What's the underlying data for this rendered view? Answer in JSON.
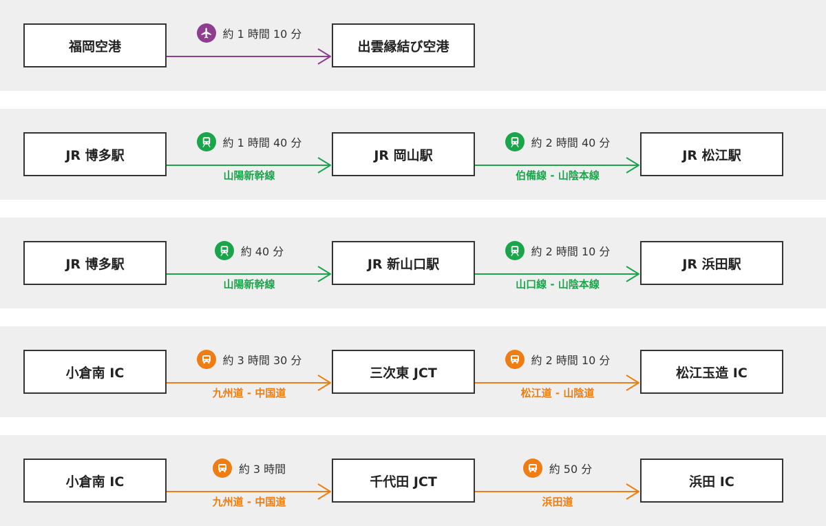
{
  "colors": {
    "plane": "#8e3e8f",
    "train": "#1aa54b",
    "car": "#ee7d13",
    "band": "#efefef",
    "border": "#333333"
  },
  "rows": [
    {
      "nodes": [
        "福岡空港",
        "出雲縁結び空港"
      ],
      "segments": [
        {
          "mode": "plane",
          "icon": "airplane-icon",
          "time": "約 1 時間 10 分",
          "line": ""
        }
      ]
    },
    {
      "nodes": [
        "JR 博多駅",
        "JR 岡山駅",
        "JR 松江駅"
      ],
      "segments": [
        {
          "mode": "train",
          "icon": "train-icon",
          "time": "約 1 時間 40 分",
          "line": "山陽新幹線"
        },
        {
          "mode": "train",
          "icon": "train-icon",
          "time": "約 2 時間 40 分",
          "line": "伯備線 - 山陰本線"
        }
      ]
    },
    {
      "nodes": [
        "JR 博多駅",
        "JR 新山口駅",
        "JR 浜田駅"
      ],
      "segments": [
        {
          "mode": "train",
          "icon": "train-icon",
          "time": "約 40 分",
          "line": "山陽新幹線"
        },
        {
          "mode": "train",
          "icon": "train-icon",
          "time": "約 2 時間 10 分",
          "line": "山口線 - 山陰本線"
        }
      ]
    },
    {
      "nodes": [
        "小倉南 IC",
        "三次東 JCT",
        "松江玉造 IC"
      ],
      "segments": [
        {
          "mode": "car",
          "icon": "bus-icon",
          "time": "約 3 時間 30 分",
          "line": "九州道 - 中国道"
        },
        {
          "mode": "car",
          "icon": "bus-icon",
          "time": "約 2 時間 10 分",
          "line": "松江道 - 山陰道"
        }
      ]
    },
    {
      "nodes": [
        "小倉南 IC",
        "千代田 JCT",
        "浜田 IC"
      ],
      "segments": [
        {
          "mode": "car",
          "icon": "bus-icon",
          "time": "約 3 時間",
          "line": "九州道 - 中国道"
        },
        {
          "mode": "car",
          "icon": "bus-icon",
          "time": "約 50 分",
          "line": "浜田道"
        }
      ]
    }
  ]
}
